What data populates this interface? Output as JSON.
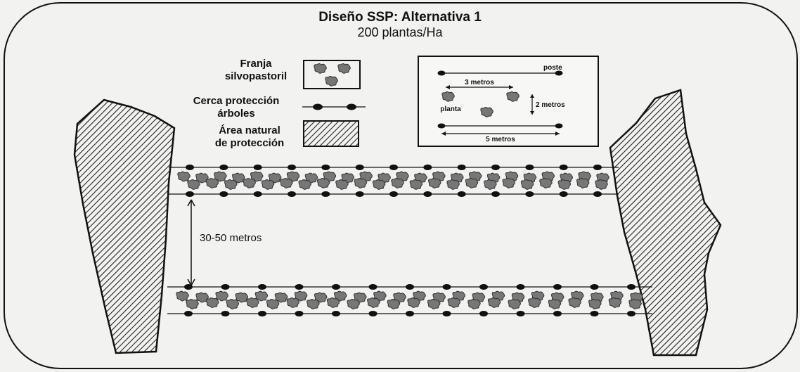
{
  "title": "Diseño SSP: Alternativa 1",
  "subtitle": "200 plantas/Ha",
  "legend": {
    "silvopastoril": [
      "Franja",
      "silvopastoril"
    ],
    "cerca": [
      "Cerca protección",
      "árboles"
    ],
    "area": [
      "Área natural",
      "de protección"
    ]
  },
  "inset": {
    "poste": "poste",
    "tres_metros": "3 metros",
    "planta": "planta",
    "dos_metros": "2 metros",
    "cinco_metros": "5 metros"
  },
  "spacing_label": "30-50 metros"
}
